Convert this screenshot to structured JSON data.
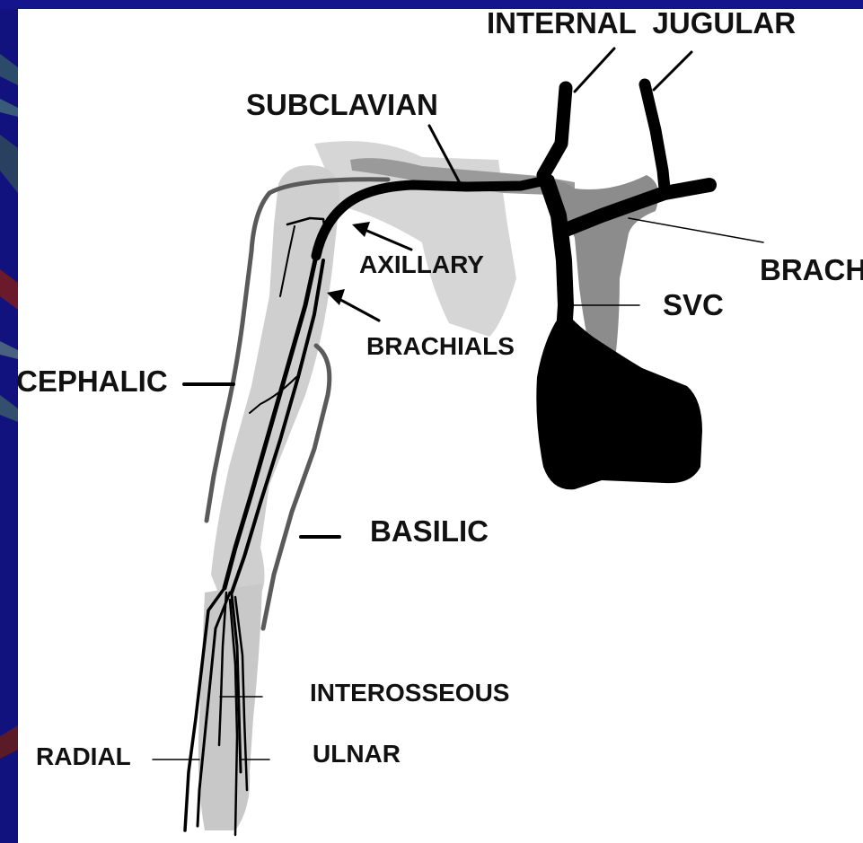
{
  "diagram": {
    "labels": {
      "internal_jugular": "INTERNAL  JUGULAR",
      "subclavian": "SUBCLAVIAN",
      "axillary": "AXILLARY",
      "brachiocephalic": "BRACH",
      "svc": "SVC",
      "brachials": "BRACHIALS",
      "cephalic": "CEPHALIC",
      "basilic": "BASILIC",
      "interosseous": "INTEROSSEOUS",
      "radial": "RADIAL",
      "ulnar": "ULNAR"
    },
    "colors": {
      "background": "#10107a",
      "panel": "#ffffff",
      "bone": "#cfcfcf",
      "bone_dark": "#8c8c8c",
      "vein": "#000000",
      "superficial_vein": "#5a5a5a"
    }
  }
}
